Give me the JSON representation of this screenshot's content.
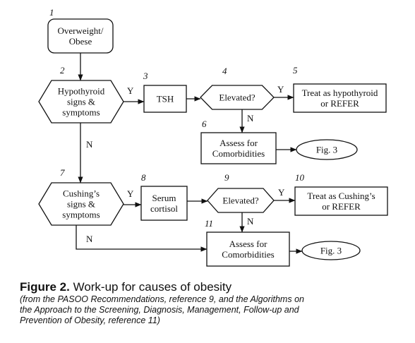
{
  "diagram": {
    "nodes": [
      {
        "id": "n1",
        "number": "1",
        "lines": [
          "Overweight/",
          "Obese"
        ]
      },
      {
        "id": "n2",
        "number": "2",
        "lines": [
          "Hypothyroid",
          "signs &",
          "symptoms"
        ]
      },
      {
        "id": "n3",
        "number": "3",
        "lines": [
          "TSH"
        ]
      },
      {
        "id": "n4",
        "number": "4",
        "lines": [
          "Elevated?"
        ]
      },
      {
        "id": "n5",
        "number": "5",
        "lines": [
          "Treat as hypothyroid",
          "or REFER"
        ]
      },
      {
        "id": "n6",
        "number": "6",
        "lines": [
          "Assess  for",
          "Comorbidities"
        ]
      },
      {
        "id": "fig3a",
        "number": "",
        "lines": [
          "Fig. 3"
        ]
      },
      {
        "id": "n7",
        "number": "7",
        "lines": [
          "Cushing’s",
          "signs &",
          "symptoms"
        ]
      },
      {
        "id": "n8",
        "number": "8",
        "lines": [
          "Serum",
          "cortisol"
        ]
      },
      {
        "id": "n9",
        "number": "9",
        "lines": [
          "Elevated?"
        ]
      },
      {
        "id": "n10",
        "number": "10",
        "lines": [
          "Treat as Cushing’s",
          "or REFER"
        ]
      },
      {
        "id": "n11",
        "number": "11",
        "lines": [
          "Assess  for",
          "Comorbidities"
        ]
      },
      {
        "id": "fig3b",
        "number": "",
        "lines": [
          "Fig. 3"
        ]
      }
    ],
    "edge_labels": {
      "n2_n3": "Y",
      "n4_n5": "Y",
      "n4_n6": "N",
      "n2_n7": "N",
      "n7_n8": "Y",
      "n9_n10": "Y",
      "n9_n11": "N",
      "n7_n11": "N"
    }
  },
  "caption": {
    "bold": "Figure 2.",
    "title": " Work-up for causes of obesity",
    "sub_lines": [
      "(from the PASOO Recommendations, reference 9,  and the  Algorithms on",
      "the Approach to the Screening, Diagnosis, Management, Follow-up and",
      "Prevention of Obesity, reference 11)"
    ]
  }
}
